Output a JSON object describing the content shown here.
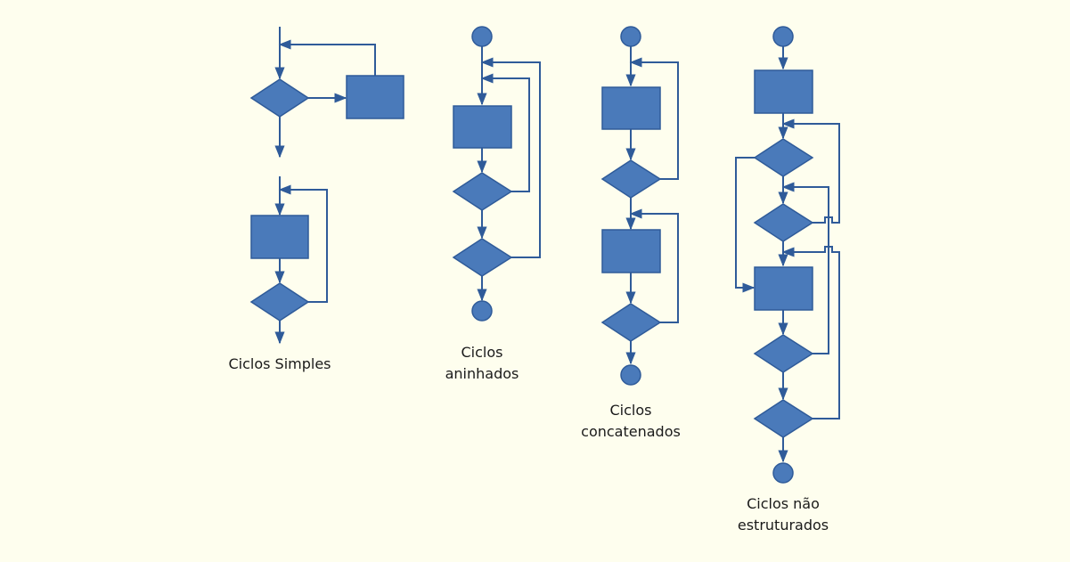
{
  "labels": {
    "simple": "Ciclos Simples",
    "nested_1": "Ciclos",
    "nested_2": "aninhados",
    "concat_1": "Ciclos",
    "concat_2": "concatenados",
    "unstructured_1": "Ciclos não",
    "unstructured_2": "estruturados"
  },
  "colors": {
    "shape_fill": "#4a7aba",
    "shape_stroke": "#2f5b99",
    "background": "#fefeee"
  }
}
